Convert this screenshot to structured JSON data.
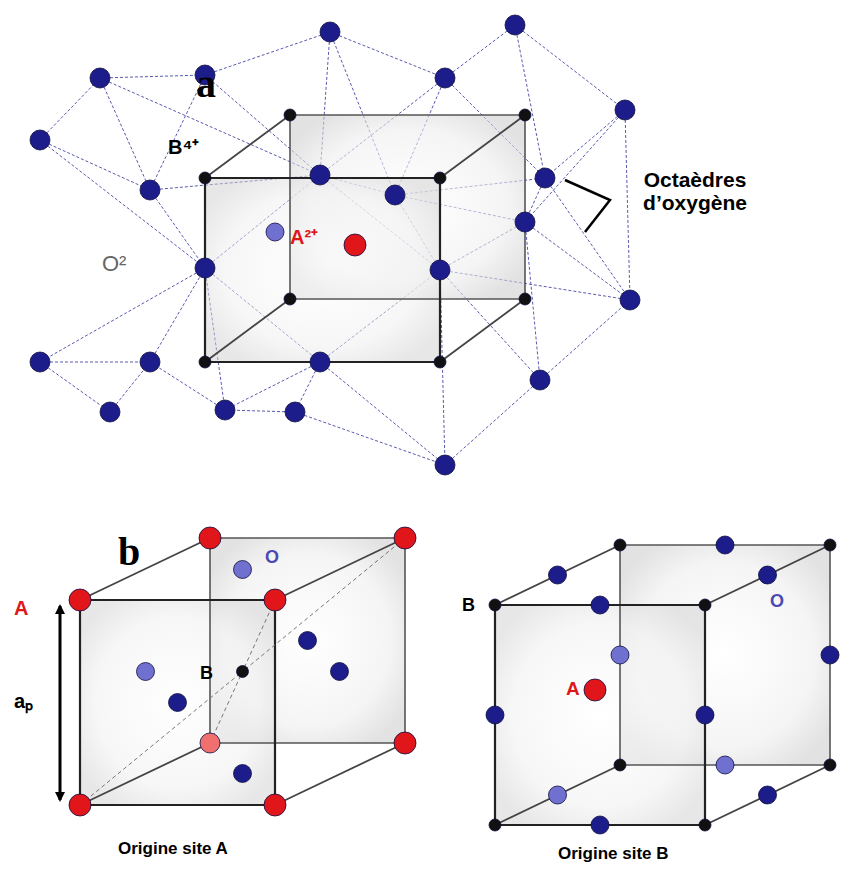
{
  "diagram": {
    "labels": [
      "a",
      "B⁴⁺",
      "O²",
      "A²⁺",
      "Octaèdres d’oxygène",
      "b",
      "A",
      "aₚ",
      "B",
      "O",
      "Origine site A",
      "B",
      "O",
      "A",
      "Origine site B"
    ]
  }
}
